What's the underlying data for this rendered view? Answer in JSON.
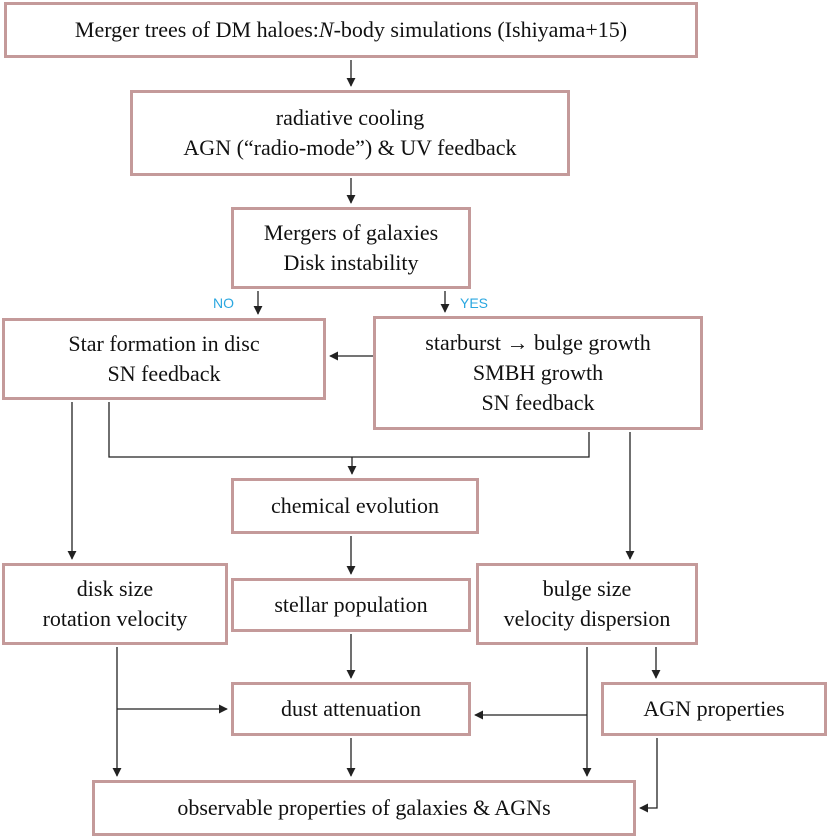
{
  "nodes": {
    "merger_trees": {
      "lines": [
        "Merger trees of DM haloes:",
        "N",
        "-body simulations (Ishiyama+15)"
      ]
    },
    "cooling": {
      "lines": [
        "radiative cooling",
        "AGN (“radio-mode”) & UV feedback"
      ]
    },
    "mergers": {
      "lines": [
        "Mergers of galaxies",
        "Disk instability"
      ]
    },
    "star_formation": {
      "lines": [
        "Star formation in disc",
        "SN feedback"
      ]
    },
    "starburst": {
      "lines": [
        "starburst → bulge growth",
        "SMBH growth",
        "SN feedback"
      ]
    },
    "chemical": {
      "lines": [
        "chemical evolution"
      ]
    },
    "disk_size": {
      "lines": [
        "disk size",
        "rotation velocity"
      ]
    },
    "stellar_pop": {
      "lines": [
        "stellar population"
      ]
    },
    "bulge_size": {
      "lines": [
        "bulge size",
        "velocity dispersion"
      ]
    },
    "dust": {
      "lines": [
        "dust attenuation"
      ]
    },
    "agn_props": {
      "lines": [
        "AGN properties"
      ]
    },
    "observable": {
      "lines": [
        "observable properties of galaxies & AGNs"
      ]
    }
  },
  "branch_labels": {
    "no": "NO",
    "yes": "YES"
  },
  "colors": {
    "box_border": "#c49a9a",
    "label": "#2aa7e0",
    "arrow": "#222222"
  }
}
